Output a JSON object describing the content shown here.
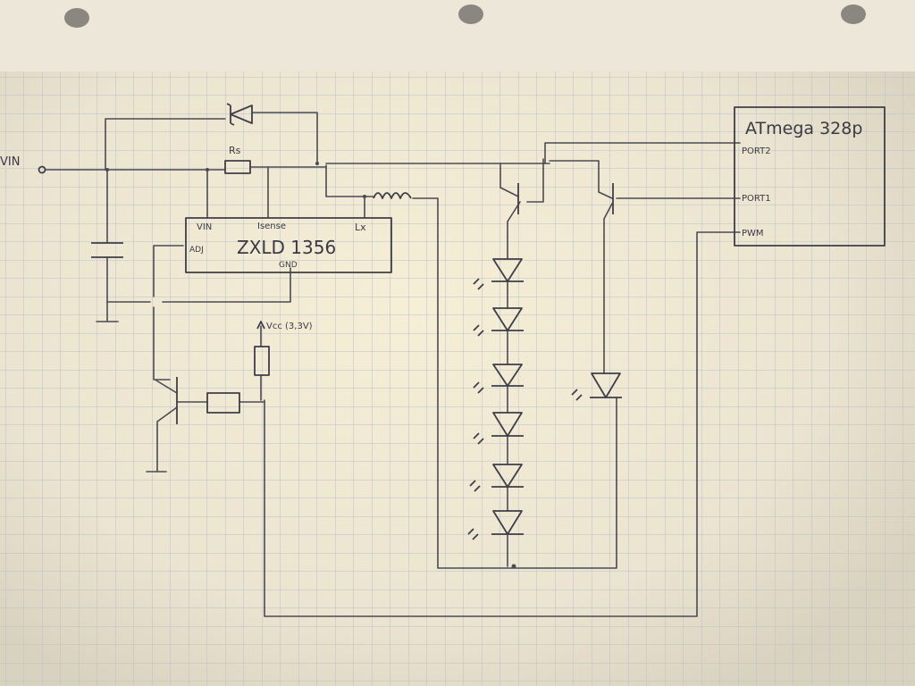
{
  "labels": {
    "vin_left": "VIN",
    "rs": "Rs",
    "chip_name": "ZXLD 1356",
    "pin_vin": "VIN",
    "pin_isense": "Isense",
    "pin_lx": "Lx",
    "pin_adj": "ADJ",
    "pin_gnd": "GND",
    "vcc": "Vcc (3,3V)",
    "mcu_name": "ATmega 328p",
    "port2": "PORT2",
    "port1": "PORT1",
    "pwm": "PWM"
  },
  "colors": {
    "paper": "#ece6d4",
    "grid": "#b8c2cc",
    "ink": "#3e3e48"
  }
}
